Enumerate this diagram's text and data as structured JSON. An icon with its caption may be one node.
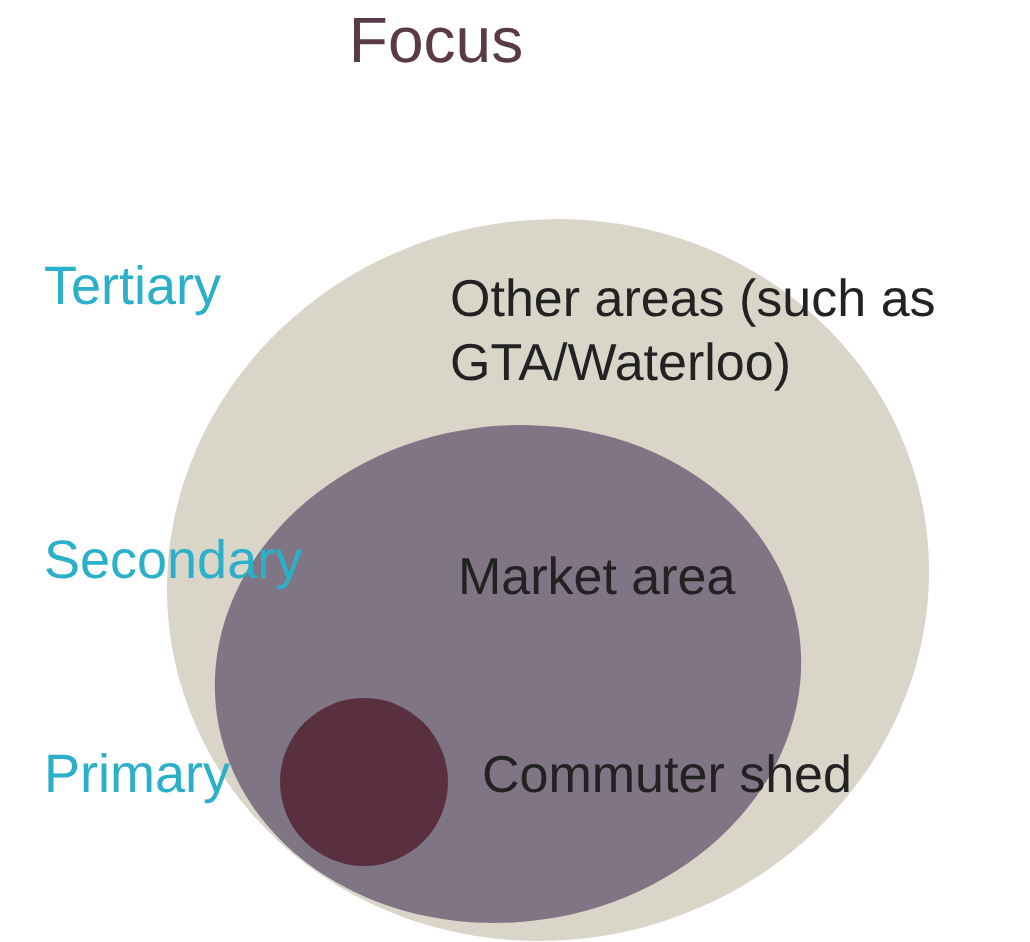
{
  "diagram": {
    "title": "Focus",
    "nodes": [
      {
        "text": [
          "Other areas (such as GTA/Waterloo)"
        ]
      },
      {
        "text": [
          "Market area"
        ],
        "in": 0
      },
      {
        "text": [],
        "shape": "circle",
        "in": 1,
        "beside": [
          "Commuter shed"
        ]
      }
    ],
    "labels": [
      "Tertiary",
      "Secondary",
      "Primary"
    ]
  }
}
